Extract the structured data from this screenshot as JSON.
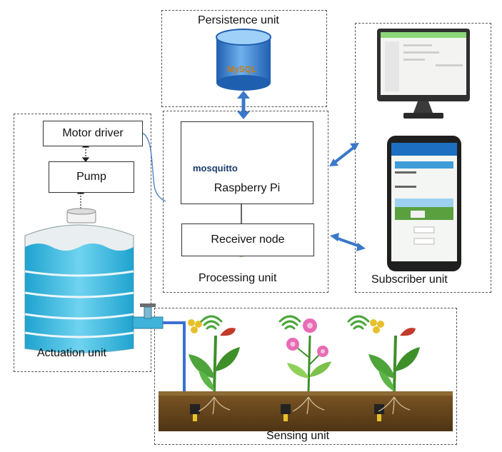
{
  "persistence": {
    "title": "Persistence unit",
    "db_logo": "MySQL"
  },
  "processing": {
    "title": "Processing unit",
    "raspberry": "Raspberry Pi",
    "receiver": "Receiver node",
    "broker_logo": "mosquitto"
  },
  "actuation": {
    "title": "Actuation unit",
    "motor_driver": "Motor driver",
    "pump": "Pump"
  },
  "subscriber": {
    "title": "Subscriber unit"
  },
  "sensing": {
    "title": "Sensing unit"
  },
  "colors": {
    "arrow": "#3a78c8",
    "water": "#3fb3d9",
    "pipe": "#3c6fd6",
    "soil": "#6b4a1f",
    "grass": "#3e8f2a"
  }
}
